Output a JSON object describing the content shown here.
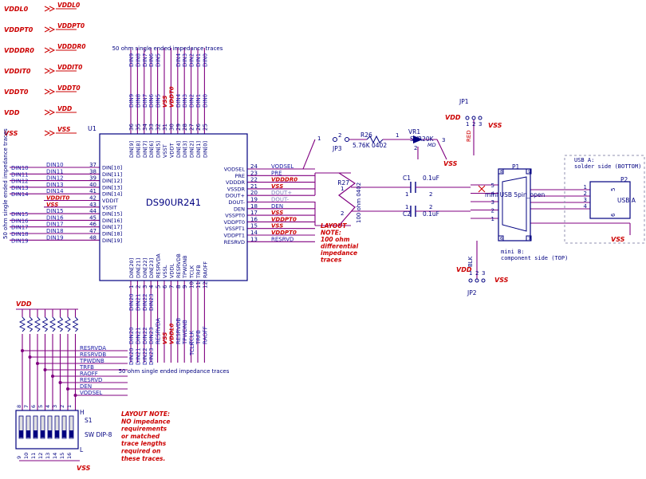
{
  "colors": {
    "net_red": "#cc0000",
    "wire_purple": "#800080",
    "text_blue": "#1a1aa6",
    "ink": "#000080",
    "chip_blue": "#1a1aa6"
  },
  "power_labels": [
    {
      "left": "VDDL0",
      "right": "VDDL0"
    },
    {
      "left": "VDDPT0",
      "right": "VDDPT0"
    },
    {
      "left": "VDDDR0",
      "right": "VDDDR0"
    },
    {
      "left": "VDDIT0",
      "right": "VDDIT0"
    },
    {
      "left": "VDDT0",
      "right": "VDDT0"
    },
    {
      "left": "VDD",
      "right": "VDD"
    },
    {
      "left": "VSS",
      "right": "VSS"
    }
  ],
  "top_note": "50 ohm single ended impedance traces",
  "bottom_note": "50 ohm single ended impedance traces",
  "left_note": "50 ohm single ended impedance traces",
  "chip": {
    "ref": "U1",
    "name": "DS90UR241",
    "top_pins": [
      {
        "num": "36",
        "label": "DIN[9]"
      },
      {
        "num": "35",
        "label": "DIN[8]"
      },
      {
        "num": "34",
        "label": "DIN[7]"
      },
      {
        "num": "33",
        "label": "DIN[6]"
      },
      {
        "num": "32",
        "label": "DIN[5]"
      },
      {
        "num": "31",
        "label": "VSST"
      },
      {
        "num": "30",
        "label": "VDDT"
      },
      {
        "num": "29",
        "label": "DIN[4]"
      },
      {
        "num": "28",
        "label": "DIN[3]"
      },
      {
        "num": "27",
        "label": "DIN[2]"
      },
      {
        "num": "26",
        "label": "DIN[1]"
      },
      {
        "num": "25",
        "label": "DIN[0]"
      }
    ],
    "top_nets": [
      "DIN9",
      "DIN8",
      "DIN7",
      "DIN6",
      "DIN5",
      "VSS",
      "VDDT0",
      "DIN4",
      "DIN3",
      "DIN2",
      "DIN1",
      "DIN0"
    ],
    "top_bus_labels": [
      "DIN9",
      "DIN8",
      "DIN7",
      "DIN6",
      "DIN5",
      "DIN4",
      "DIN3",
      "DIN2",
      "DIN1",
      "DIN0"
    ],
    "left_pins": [
      {
        "num": "37",
        "label": "DIN[10]",
        "net": "DIN10"
      },
      {
        "num": "38",
        "label": "DIN[11]",
        "net": "DIN11"
      },
      {
        "num": "39",
        "label": "DIN[12]",
        "net": "DIN12"
      },
      {
        "num": "40",
        "label": "DIN[13]",
        "net": "DIN13"
      },
      {
        "num": "41",
        "label": "DIN[14]",
        "net": "DIN14"
      },
      {
        "num": "42",
        "label": "VDDIT",
        "net": "VDDIT0"
      },
      {
        "num": "43",
        "label": "VSSIT",
        "net": "VSS"
      },
      {
        "num": "44",
        "label": "DIN[15]",
        "net": "DIN15"
      },
      {
        "num": "45",
        "label": "DIN[16]",
        "net": "DIN16"
      },
      {
        "num": "46",
        "label": "DIN[17]",
        "net": "DIN17"
      },
      {
        "num": "47",
        "label": "DIN[18]",
        "net": "DIN18"
      },
      {
        "num": "48",
        "label": "DIN[19]",
        "net": "DIN19"
      }
    ],
    "left_bus_labels": [
      "DIN10",
      "DIN11",
      "DIN12",
      "DIN13",
      "DIN14",
      "DIN15",
      "DIN16",
      "DIN17",
      "DIN18",
      "DIN19"
    ],
    "right_pins": [
      {
        "num": "24",
        "label": "VODSEL",
        "net": "VODSEL"
      },
      {
        "num": "23",
        "label": "PRE",
        "net": "PRE"
      },
      {
        "num": "22",
        "label": "VDDDR",
        "net": "VDDDR0"
      },
      {
        "num": "21",
        "label": "VSSDR",
        "net": "VSS"
      },
      {
        "num": "20",
        "label": "DOUT+",
        "net": "DOUT+"
      },
      {
        "num": "19",
        "label": "DOUT-",
        "net": "DOUT-"
      },
      {
        "num": "18",
        "label": "DEN",
        "net": "DEN"
      },
      {
        "num": "17",
        "label": "VSSPT0",
        "net": "VSS"
      },
      {
        "num": "16",
        "label": "VDDPT0",
        "net": "VDDPT0"
      },
      {
        "num": "15",
        "label": "VSSPT1",
        "net": "VSS"
      },
      {
        "num": "14",
        "label": "VDDPT1",
        "net": "VDDPT0"
      },
      {
        "num": "13",
        "label": "RESRVD",
        "net": "RESRVD"
      }
    ],
    "bottom_pins": [
      {
        "num": "1",
        "label": "DIN[20]",
        "net": "DIN20"
      },
      {
        "num": "2",
        "label": "DIN[21]",
        "net": "DIN21"
      },
      {
        "num": "3",
        "label": "DIN[22]",
        "net": "DIN22"
      },
      {
        "num": "4",
        "label": "DIN[23]",
        "net": "DIN23"
      },
      {
        "num": "5",
        "label": "RESRVDA",
        "net": "RESRVDA"
      },
      {
        "num": "6",
        "label": "VSSL",
        "net": "VSS"
      },
      {
        "num": "7",
        "label": "VDDL",
        "net": "VDDL0"
      },
      {
        "num": "8",
        "label": "RESRVDB",
        "net": "RESRVDB"
      },
      {
        "num": "9",
        "label": "TPWDNB",
        "net": "TPWDNB"
      },
      {
        "num": "10",
        "label": "TCLK",
        "net": "TCLK"
      },
      {
        "num": "11",
        "label": "TRFB",
        "net": "TRFB"
      },
      {
        "num": "12",
        "label": "RAOFF",
        "net": "RAOFF"
      }
    ],
    "bottom_bus_labels": [
      "DIN20",
      "DIN21",
      "DIN22",
      "DIN23"
    ],
    "bottom_bus_labels2": [
      "DIN20",
      "DIN21",
      "DIN22",
      "DIN23"
    ],
    "tclk_label": "TCLK"
  },
  "layout_note_1": [
    "LAYOUT",
    "NOTE:",
    "100 ohm",
    "differential",
    "impedance",
    "traces"
  ],
  "layout_note_2": [
    "LAYOUT NOTE:",
    "NO impedance",
    "requirements",
    "or matched",
    "trace lengths",
    "required on",
    "these traces."
  ],
  "jp3": {
    "ref": "JP3",
    "pin1": "1",
    "pin2": "2"
  },
  "r26": {
    "ref": "R26",
    "value": "5.76K 0402",
    "p1": "1",
    "p2": "2"
  },
  "vr1": {
    "ref": "VR1",
    "value": "SVR20K",
    "sub": "MD",
    "p1": "1",
    "p2": "3",
    "p3": "2",
    "vss": "VSS"
  },
  "r27": {
    "ref": "R27",
    "value": "100 ohm 0402",
    "p1": "1",
    "p2": "2"
  },
  "c1": {
    "ref": "C1",
    "value": "0.1uF",
    "p1": "1",
    "p2": "2"
  },
  "c2": {
    "ref": "C2",
    "value": "0.1uF",
    "p1": "1",
    "p2": "2"
  },
  "jp1": {
    "ref": "JP1",
    "vdd": "VDD",
    "vss": "VSS",
    "p1": "1",
    "p2": "2",
    "p3": "3",
    "wire": "RED"
  },
  "p1": {
    "ref": "P1",
    "label": "mini USB 5pin_open",
    "pins": [
      "5",
      "4",
      "3",
      "2",
      "1"
    ],
    "caption": "mini B:",
    "caption2": "component side (TOP)",
    "tabs": [
      "8",
      "9",
      "6",
      "7"
    ]
  },
  "p2": {
    "ref": "P2",
    "label": "USB A",
    "pins": [
      "1",
      "2",
      "3",
      "4"
    ],
    "side_pins": [
      "5",
      "6"
    ],
    "caption": "USB A:",
    "caption2": "solder side (BOTTOM)",
    "vss": "VSS"
  },
  "jp2": {
    "ref": "JP2",
    "vdd": "VDD",
    "vss": "VSS",
    "p1": "1",
    "p2": "2",
    "p3": "3",
    "wire": "BLK"
  },
  "dip": {
    "ref": "S1",
    "name": "SW DIP-8",
    "vdd": "VDD",
    "vss": "VSS",
    "h": "H",
    "l": "L",
    "top_nums": [
      "8",
      "7",
      "6",
      "5",
      "4",
      "3",
      "2",
      "1"
    ],
    "bottom_nums": [
      "9",
      "10",
      "11",
      "12",
      "13",
      "14",
      "15",
      "16"
    ],
    "nets": [
      "RESRVDA",
      "RESRVDB",
      "TPWDNB",
      "TRFB",
      "RAOFF",
      "RESRVD",
      "DEN",
      "VODSEL"
    ]
  }
}
